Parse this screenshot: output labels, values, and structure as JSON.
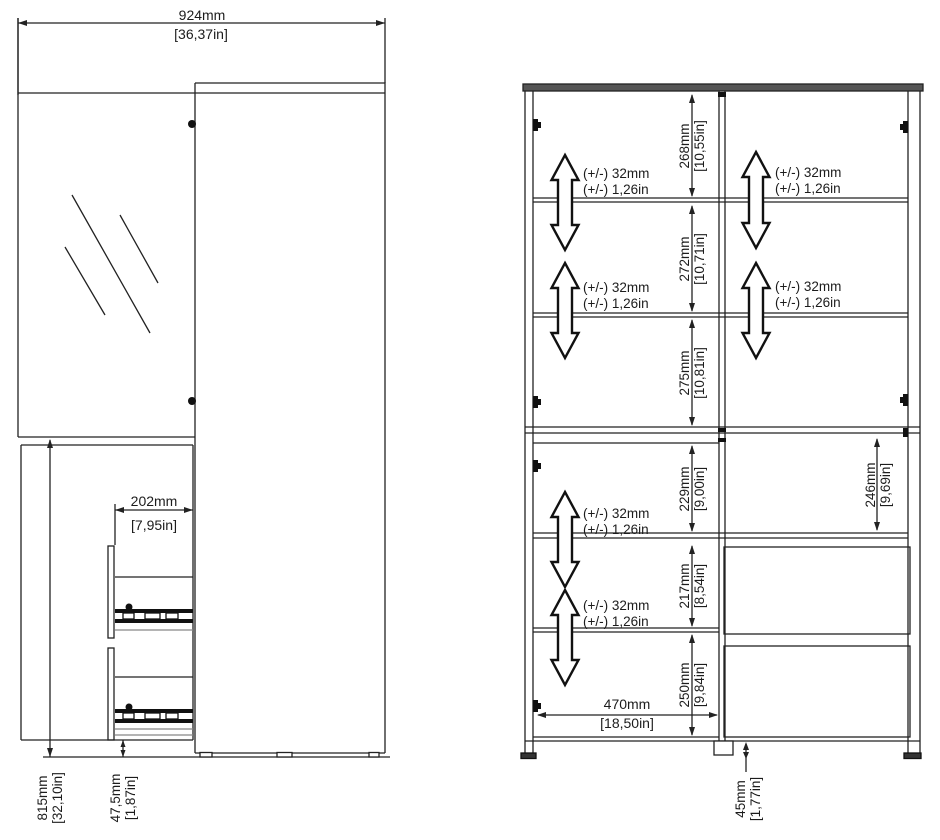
{
  "diagram": {
    "front_view": {
      "overall_width_mm": "924mm",
      "overall_width_in": "[36,37in]",
      "drawer_width_mm": "202mm",
      "drawer_width_in": "[7,95in]",
      "lower_height_mm": "815mm",
      "lower_height_in": "[32,10in]",
      "plinth_mm": "47,5mm",
      "plinth_in": "[1,87in]"
    },
    "section_view": {
      "space1_mm": "268mm",
      "space1_in": "[10,55in]",
      "space2_mm": "272mm",
      "space2_in": "[10,71in]",
      "space3_mm": "275mm",
      "space3_in": "[10,81in]",
      "space4_mm": "229mm",
      "space4_in": "[9,00in]",
      "space5_mm": "217mm",
      "space5_in": "[8,54in]",
      "space6_mm": "250mm",
      "space6_in": "[9,84in]",
      "drawer_space_mm": "246mm",
      "drawer_space_in": "[9,69in]",
      "inner_width_mm": "470mm",
      "inner_width_in": "[18,50in]",
      "leg_mm": "45mm",
      "leg_in": "[1,77in]",
      "adjust_mm": "(+/-) 32mm",
      "adjust_in": "(+/-) 1,26in"
    },
    "line_color": "#222222"
  }
}
